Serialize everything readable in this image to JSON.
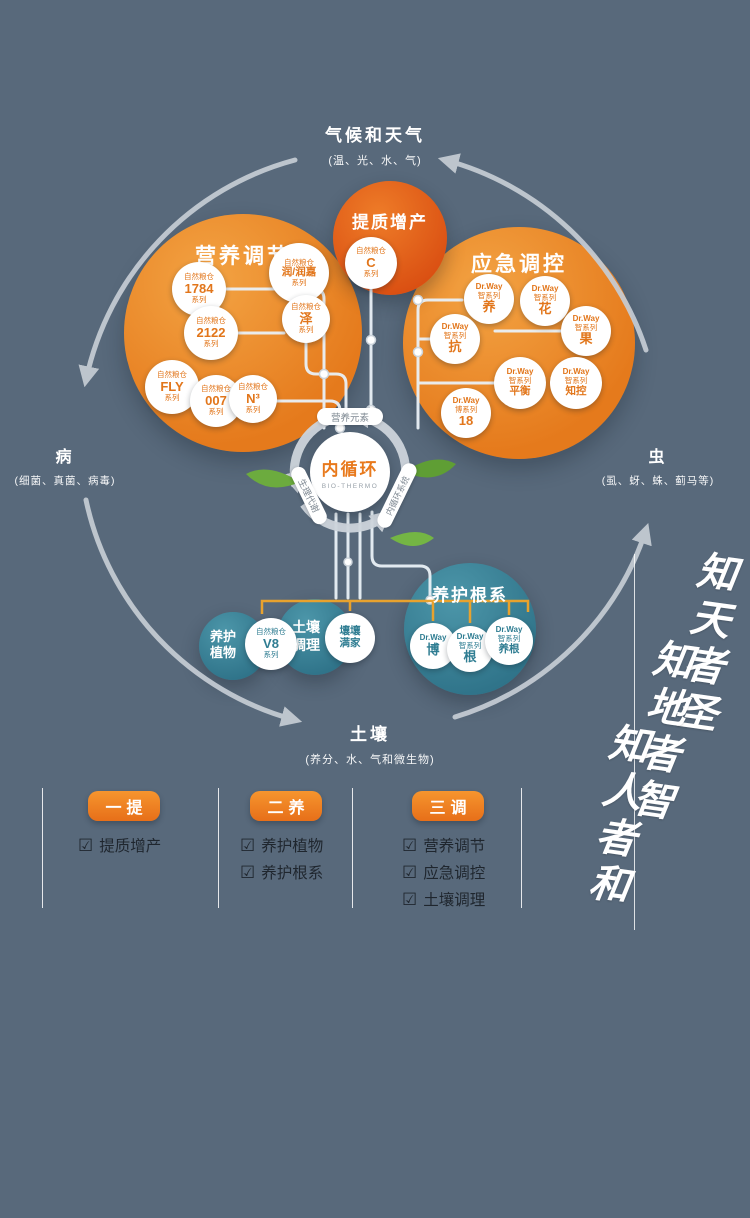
{
  "colors": {
    "background": "#58697b",
    "orange": "#e57a1c",
    "red_orange": "#da4f12",
    "teal": "#3b8397",
    "gold_line": "#e8a22e",
    "arrow_gray": "#c6cdd5",
    "leaf_green": "#6cab3e",
    "text_dark": "#1f262e"
  },
  "cycle": {
    "top": {
      "title": "气候和天气",
      "subtitle": "(温、光、水、气)"
    },
    "left": {
      "title": "病",
      "subtitle": "(细菌、真菌、病毒)"
    },
    "right": {
      "title": "虫",
      "subtitle": "(虱、蚜、蛛、蓟马等)"
    },
    "bottom": {
      "title": "土壤",
      "subtitle": "(养分、水、气和微生物)"
    }
  },
  "center": {
    "title": "内循环",
    "subtitle": "BIO-THERMO",
    "ring_labels": [
      "营养元素",
      "生理代谢",
      "内循环系统"
    ]
  },
  "groups": {
    "quality": {
      "title": "提质增产",
      "products": [
        {
          "brand": "自然粮仓",
          "name": "C",
          "suffix": "系列"
        }
      ]
    },
    "nutrition": {
      "title": "营养调节",
      "products": [
        {
          "brand": "自然粮仓",
          "name": "1784",
          "suffix": "系列"
        },
        {
          "brand": "自然粮仓",
          "name": "润/润嘉",
          "suffix": "系列"
        },
        {
          "brand": "自然粮仓",
          "name": "2122",
          "suffix": "系列"
        },
        {
          "brand": "自然粮仓",
          "name": "泽",
          "suffix": "系列"
        },
        {
          "brand": "自然粮仓",
          "name": "FLY",
          "suffix": "系列"
        },
        {
          "brand": "自然粮仓",
          "name": "007",
          "suffix": "系列"
        },
        {
          "brand": "自然粮仓",
          "name": "N³",
          "suffix": "系列"
        }
      ]
    },
    "emergency": {
      "title": "应急调控",
      "products": [
        {
          "brand": "Dr.Way",
          "series": "智系列",
          "name": "养"
        },
        {
          "brand": "Dr.Way",
          "series": "智系列",
          "name": "花"
        },
        {
          "brand": "Dr.Way",
          "series": "智系列",
          "name": "果"
        },
        {
          "brand": "Dr.Way",
          "series": "智系列",
          "name": "抗"
        },
        {
          "brand": "Dr.Way",
          "series": "智系列",
          "name": "平衡"
        },
        {
          "brand": "Dr.Way",
          "series": "智系列",
          "name": "知控"
        },
        {
          "brand": "Dr.Way",
          "series": "博系列",
          "name": "18"
        }
      ]
    },
    "plant_care": {
      "title_line1": "养护",
      "title_line2": "植物",
      "products": [
        {
          "brand": "自然粮仓",
          "name": "V8",
          "suffix": "系列"
        }
      ]
    },
    "soil": {
      "title_line1": "土壤",
      "title_line2": "调理",
      "products": [
        {
          "name_line1": "壤壤",
          "name_line2": "满家"
        }
      ]
    },
    "root_care": {
      "title": "养护根系",
      "products": [
        {
          "brand": "Dr.Way",
          "series": "",
          "name": "博"
        },
        {
          "brand": "Dr.Way",
          "series": "智系列",
          "name": "根"
        },
        {
          "brand": "Dr.Way",
          "series": "智系列",
          "name": "养根"
        }
      ]
    }
  },
  "summary": {
    "check_glyph": "☑",
    "columns": [
      {
        "button": "一提",
        "items": [
          "提质增产"
        ]
      },
      {
        "button": "二养",
        "items": [
          "养护植物",
          "养护根系"
        ]
      },
      {
        "button": "三调",
        "items": [
          "营养调节",
          "应急调控",
          "土壤调理"
        ]
      }
    ]
  },
  "calligraphy": [
    "知天者圣",
    "知地者智",
    "知人者和"
  ]
}
